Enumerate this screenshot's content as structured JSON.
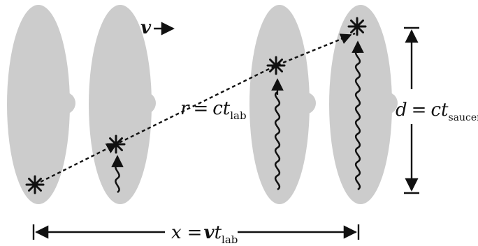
{
  "velocity_label": {
    "symbol": "v"
  },
  "r_label": {
    "var": "r",
    "eq": "=",
    "c": "c",
    "t": "t",
    "sub": "lab"
  },
  "d_label": {
    "var": "d",
    "eq": "=",
    "c": "c",
    "t": "t",
    "sub": "saucer"
  },
  "x_label": {
    "var": "x",
    "eq": "=",
    "v": "v",
    "t": "t",
    "sub": "lab"
  },
  "colors": {
    "saucer": "#cccccc",
    "ink": "#111111"
  }
}
